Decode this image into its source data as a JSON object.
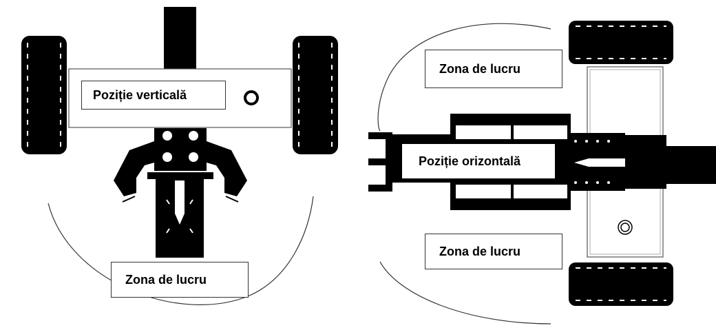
{
  "left_diagram": {
    "position_label": "Poziție verticală",
    "work_zone_label": "Zona de lucru"
  },
  "right_diagram": {
    "position_label": "Poziție orizontală",
    "work_zone_top_label": "Zona de lucru",
    "work_zone_bottom_label": "Zona de lucru"
  },
  "colors": {
    "ink": "#000000",
    "paper": "#ffffff",
    "outline": "#333333"
  }
}
